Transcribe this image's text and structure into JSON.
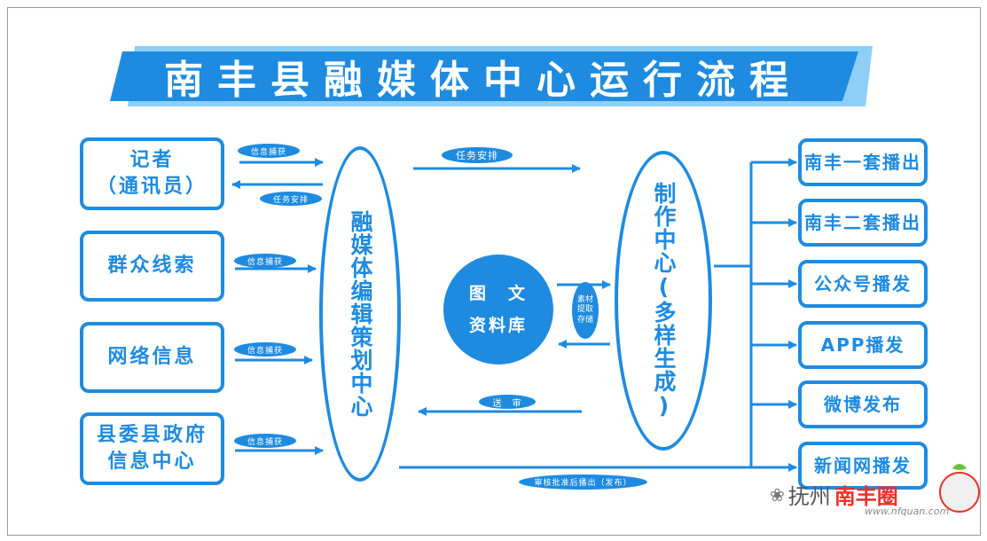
{
  "title": "南丰县融媒体中心运行流程",
  "sources": [
    {
      "line1": "记者",
      "line2": "（通讯员）"
    },
    {
      "line1": "群众线索",
      "line2": ""
    },
    {
      "line1": "网络信息",
      "line2": ""
    },
    {
      "line1": "县委县政府",
      "line2": "信息中心"
    }
  ],
  "edit_center": "融媒体编辑策划中心",
  "production_center": "制作中心(多样生成)",
  "database": {
    "line1": "图　文",
    "line2": "资料库"
  },
  "store_label": {
    "line1": "素材",
    "line2": "提取",
    "line3": "存储"
  },
  "labels": {
    "info_capture": "信息捕获",
    "task_assign": "任务安排",
    "send_review": "送　审",
    "publish_after_review": "审核批准后播出（发布）"
  },
  "outputs": [
    "南丰一套播出",
    "南丰二套播出",
    "公众号播发",
    "APP播发",
    "微博发布",
    "新闻网播发"
  ],
  "watermark": {
    "prefix": "抚州",
    "brand": "南丰圈",
    "url": "www.nfquan.com"
  },
  "colors": {
    "primary": "#1e8be0",
    "light": "#8ecff5"
  }
}
